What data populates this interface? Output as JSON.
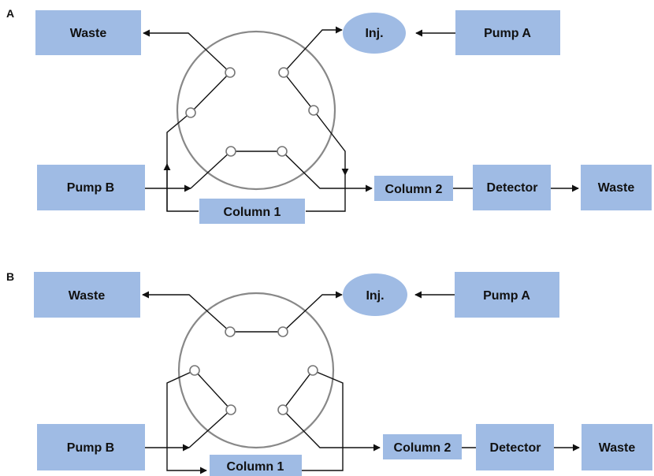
{
  "panels": [
    {
      "label": "A",
      "boxes": {
        "waste_left": "Waste",
        "injector": "Inj.",
        "pump_a": "Pump A",
        "pump_b": "Pump B",
        "column1": "Column 1",
        "column2": "Column 2",
        "detector": "Detector",
        "waste_right": "Waste"
      }
    },
    {
      "label": "B",
      "boxes": {
        "waste_left": "Waste",
        "injector": "Inj.",
        "pump_a": "Pump A",
        "pump_b": "Pump B",
        "column1": "Column 1",
        "column2": "Column 2",
        "detector": "Detector",
        "waste_right": "Waste"
      }
    }
  ],
  "colors": {
    "box_fill": "#9fbbe4",
    "line": "#111111",
    "valve": "#888888"
  }
}
